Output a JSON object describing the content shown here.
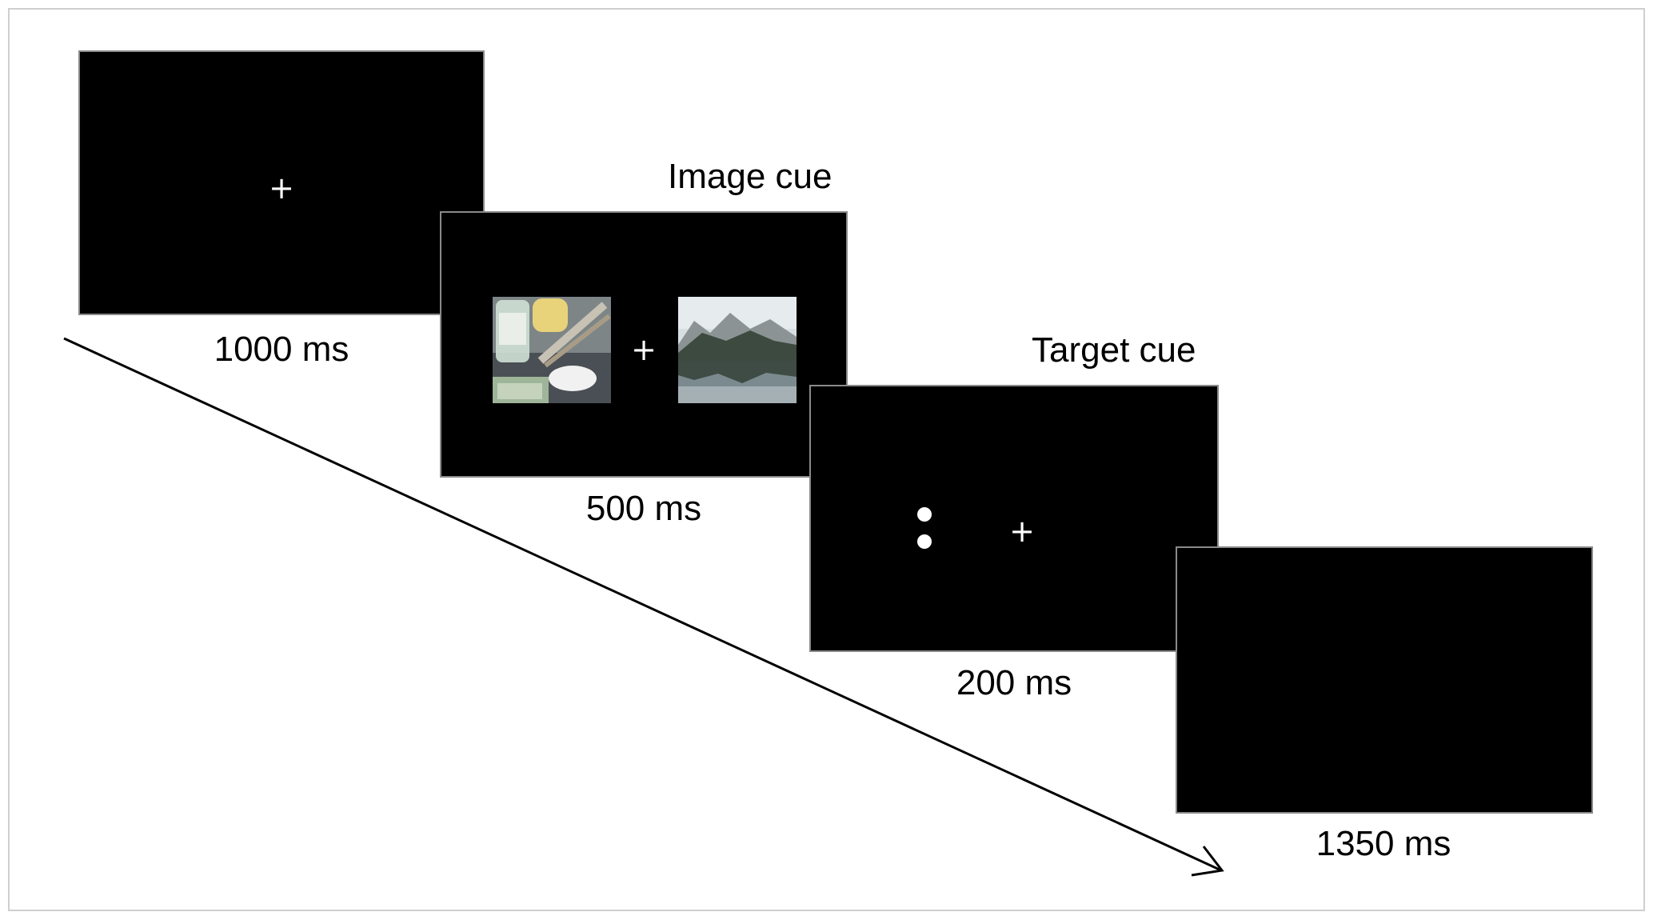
{
  "trials": [
    {
      "id": "fixation",
      "fixation_symbol": "+",
      "duration": "1000 ms"
    },
    {
      "id": "image",
      "title": "Image cue",
      "fixation_symbol": "+",
      "duration": "500 ms",
      "images": [
        {
          "name": "drug-paraphernalia-photo"
        },
        {
          "name": "mountain-lake-photo"
        }
      ]
    },
    {
      "id": "target",
      "title": "Target cue",
      "fixation_symbol": "+",
      "duration": "200 ms",
      "target_dots": 2
    },
    {
      "id": "blank",
      "duration": "1350 ms"
    }
  ],
  "colors": {
    "screen": "#000000",
    "fixation": "#ffffff",
    "text": "#000000",
    "arrow": "#000000"
  }
}
